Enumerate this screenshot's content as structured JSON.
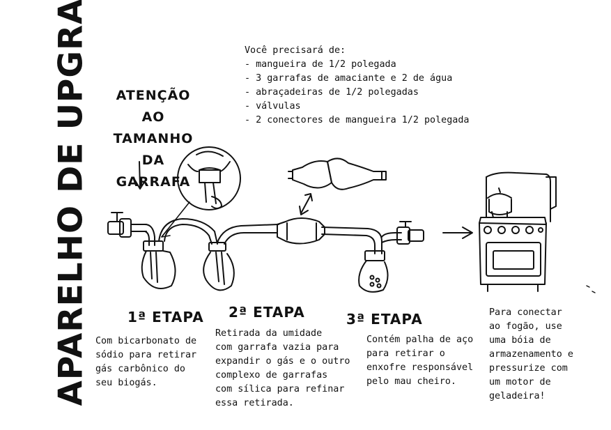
{
  "title": "APARELHO DE UPGRADE",
  "attention_note": [
    "ATENÇÃO AO",
    "TAMANHO DA",
    "GARRAFA"
  ],
  "requirements": {
    "heading": "Você precisará de:",
    "items": [
      "- mangueira de 1/2 polegada",
      "- 3 garrafas de amaciante e 2 de água",
      "- abraçadeiras de 1/2 polegadas",
      "- válvulas",
      "- 2 conectores de mangueira 1/2 polegada"
    ]
  },
  "stages": [
    {
      "label": "1ª ETAPA",
      "description": [
        "Com bicarbonato de",
        "sódio para retirar",
        "gás carbônico do",
        "seu biogás."
      ]
    },
    {
      "label": "2ª ETAPA",
      "description": [
        "Retirada da umidade",
        "com garrafa vazia para",
        "expandir o gás e o outro",
        "complexo de garrafas",
        "com sílica para refinar",
        "essa retirada."
      ]
    },
    {
      "label": "3ª ETAPA",
      "description": [
        "Contém palha de aço",
        "para retirar o",
        "enxofre responsável",
        "pelo mau cheiro."
      ]
    }
  ],
  "stove_note": [
    "Para conectar",
    "ao fogão, use",
    "uma bóia de",
    "armazenamento e",
    "pressurize com",
    "um motor de",
    "geladeira!"
  ],
  "colors": {
    "ink": "#111111",
    "background": "#ffffff"
  },
  "icons": [
    "valve-icon",
    "bottle-icon",
    "hose-icon",
    "balloon-icon",
    "stove-icon",
    "pot-icon",
    "arrow-icon"
  ]
}
